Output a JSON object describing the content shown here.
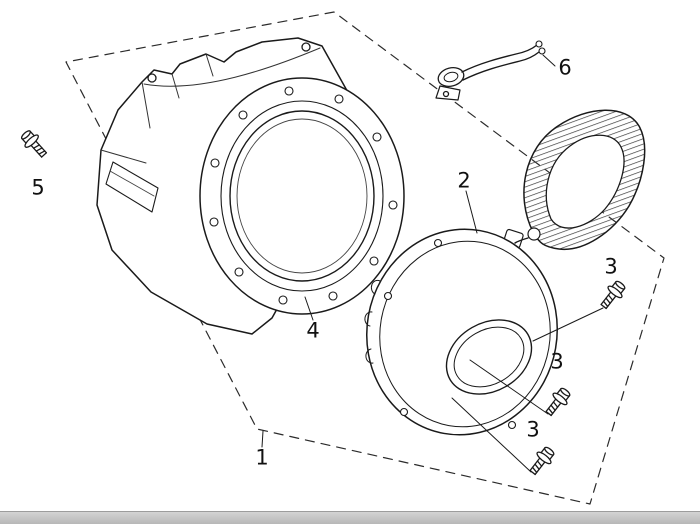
{
  "diagram": {
    "type": "exploded-parts-diagram",
    "colors": {
      "line": "#1a1a1a",
      "background": "#ffffff",
      "scrollbar": "#c6c6c6"
    }
  },
  "callouts": [
    {
      "label": "1"
    },
    {
      "label": "2"
    },
    {
      "label": "3"
    },
    {
      "label": "3"
    },
    {
      "label": "3"
    },
    {
      "label": "4"
    },
    {
      "label": "5"
    },
    {
      "label": "6"
    }
  ]
}
